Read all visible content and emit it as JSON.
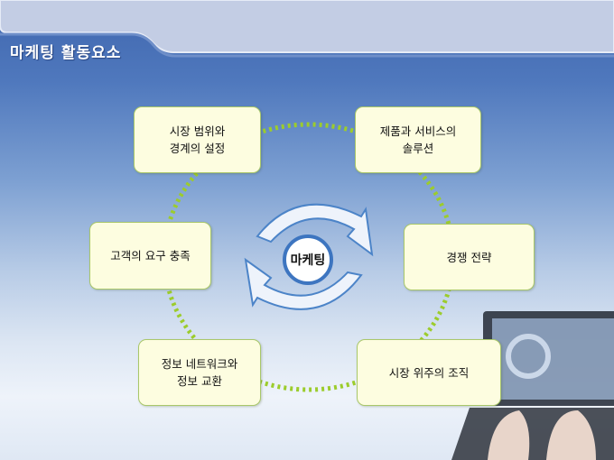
{
  "slide": {
    "title": "마케팅 활동요소",
    "center_label": "마케팅"
  },
  "elements": [
    {
      "line1": "시장 범위와",
      "line2": "경계의 설정"
    },
    {
      "line1": "제품과 서비스의",
      "line2": "솔루션"
    },
    {
      "line1": "경쟁 전략",
      "line2": ""
    },
    {
      "line1": "시장 위주의 조직",
      "line2": ""
    },
    {
      "line1": "정보 네트워크와",
      "line2": "정보 교환"
    },
    {
      "line1": "고객의 요구 충족",
      "line2": ""
    }
  ],
  "colors": {
    "accent": "#3d75c0",
    "dots": "#9ccc2c",
    "box_bg": "#fdfde0"
  }
}
